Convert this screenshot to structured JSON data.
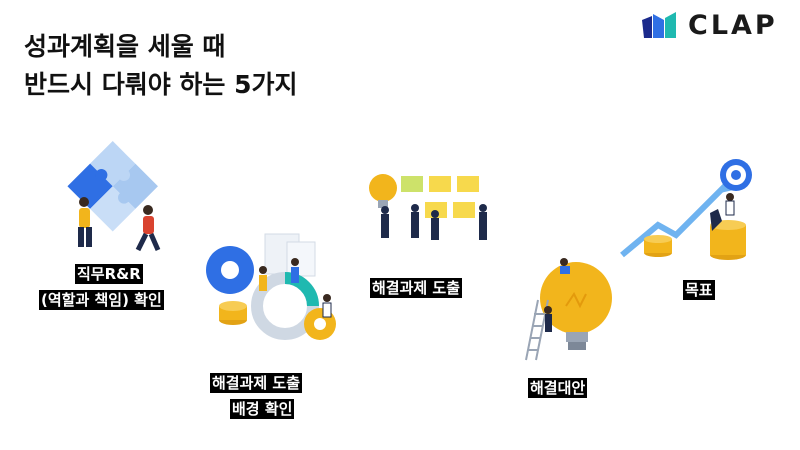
{
  "headline": {
    "line1": "성과계획을 세울 때",
    "line2": "반드시 다뤄야 하는 5가지"
  },
  "logo": {
    "text": "CLAP"
  },
  "steps": [
    {
      "label_line1": "직무R&R",
      "label_line2": "(역할과 책임) 확인",
      "icon": "puzzle-team-illustration"
    },
    {
      "label_line1": "해결과제 도출",
      "label_line2": "배경 확인",
      "icon": "gears-coins-chart-illustration"
    },
    {
      "label_line1": "해결과제 도출",
      "icon": "lightbulb-sticky-notes-illustration"
    },
    {
      "label_line1": "해결대안",
      "icon": "big-lightbulb-ladder-illustration"
    },
    {
      "label_line1": "목표",
      "icon": "target-arrow-coins-illustration"
    }
  ],
  "colors": {
    "accent_blue": "#2f6fe4",
    "coin_gold": "#f2b51c",
    "label_bg": "#000000",
    "logo_teal": "#1fb9b0",
    "logo_navy": "#1b2a8c"
  }
}
